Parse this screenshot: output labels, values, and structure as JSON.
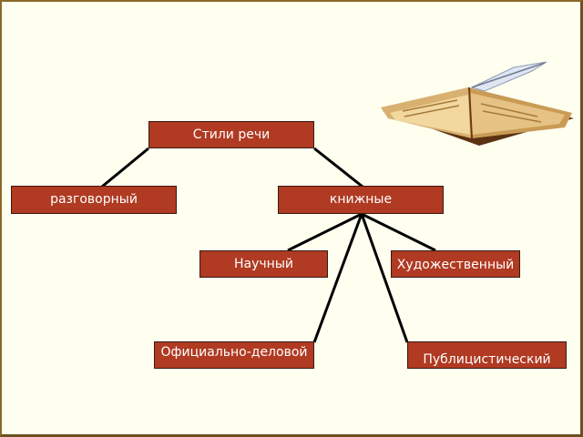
{
  "diagram": {
    "root": "Стили речи",
    "level1": [
      "разговорный",
      "книжные"
    ],
    "level2": [
      "Научный",
      "Художественный",
      "Официально-деловой",
      "Публицистический"
    ]
  },
  "colors": {
    "background": "#fffff0",
    "node_fill": "#b03a22",
    "node_text": "#ffffff",
    "connector": "#000000"
  },
  "icons": [
    "open-book-with-quill-icon"
  ]
}
